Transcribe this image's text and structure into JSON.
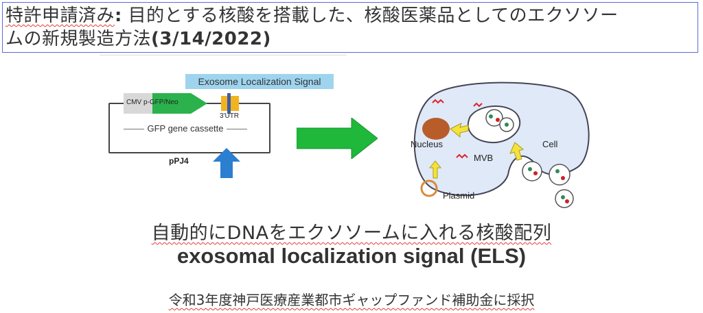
{
  "title": {
    "prefix_label": "特許申請済み",
    "colon": ":",
    "line1_rest": " 目的とする核酸を搭載した、核酸医薬品としてのエクソソー",
    "line2": "ムの新規製造方法",
    "date": "(3/14/2022)"
  },
  "plasmid_diagram": {
    "els_label": "Exosome Localization Signal",
    "cmv_label": "CMV p-GFP/Neo",
    "utr_label": "3'UTR",
    "cassette_label": "GFP gene cassette",
    "plasmid_name": "pPJ4",
    "colors": {
      "els_bg": "#9fd4ef",
      "gfp": "#2bb24c",
      "utr": "#f2b320",
      "arrow": "#2a7fd0"
    }
  },
  "cell_diagram": {
    "nucleus_label": "Nucleus",
    "mvb_label": "MVB",
    "cell_label": "Cell",
    "plasmid_label": "Plasmid",
    "colors": {
      "cell_fill": "#dfe9f7",
      "nucleus": "#b85c2a",
      "arrow_yellow": "#f5e23a"
    }
  },
  "transition_arrow_color": "#1fb83a",
  "captions": {
    "jp_caption": "自動的にDNAをエクソソームに入れる核酸配列",
    "en_caption": "exosomal localization signal (ELS)",
    "grant": "令和3年度神戸医療産業都市ギャップファンド補助金に採択"
  }
}
